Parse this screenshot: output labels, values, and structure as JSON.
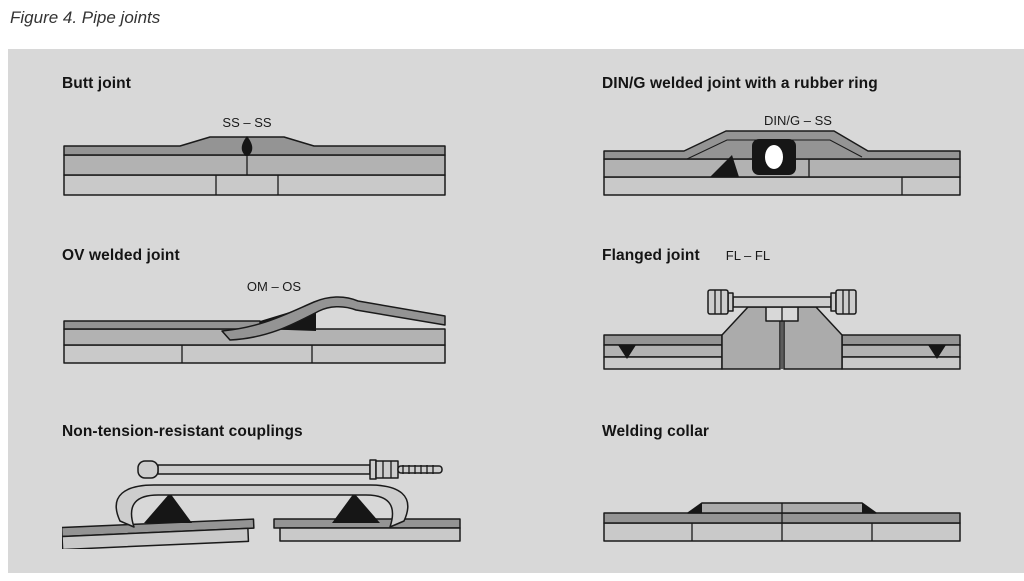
{
  "figure": {
    "title": "Figure 4. Pipe joints"
  },
  "joints": [
    {
      "id": "butt-joint",
      "title": "Butt joint",
      "label": "SS – SS"
    },
    {
      "id": "din-g-welded-joint",
      "title": "DIN/G welded joint with a rubber ring",
      "label": "DIN/G – SS"
    },
    {
      "id": "ov-welded-joint",
      "title": "OV welded joint",
      "label": "OM – OS"
    },
    {
      "id": "flanged-joint",
      "title": "Flanged joint",
      "label": "FL – FL"
    },
    {
      "id": "non-tension-couplings",
      "title": "Non-tension-resistant couplings",
      "label": ""
    },
    {
      "id": "welding-collar",
      "title": "Welding collar",
      "label": ""
    }
  ],
  "colors": {
    "panel_background": "#d8d8d8",
    "outline": "#1a1a1a",
    "pipe_dark": "#949494",
    "pipe_mid": "#b2b2b2",
    "pipe_light": "#c9c9c9",
    "weld_rubber_black": "#161616",
    "metal_light": "#cdcdcd",
    "rubber_ring_highlight": "#ffffff"
  }
}
